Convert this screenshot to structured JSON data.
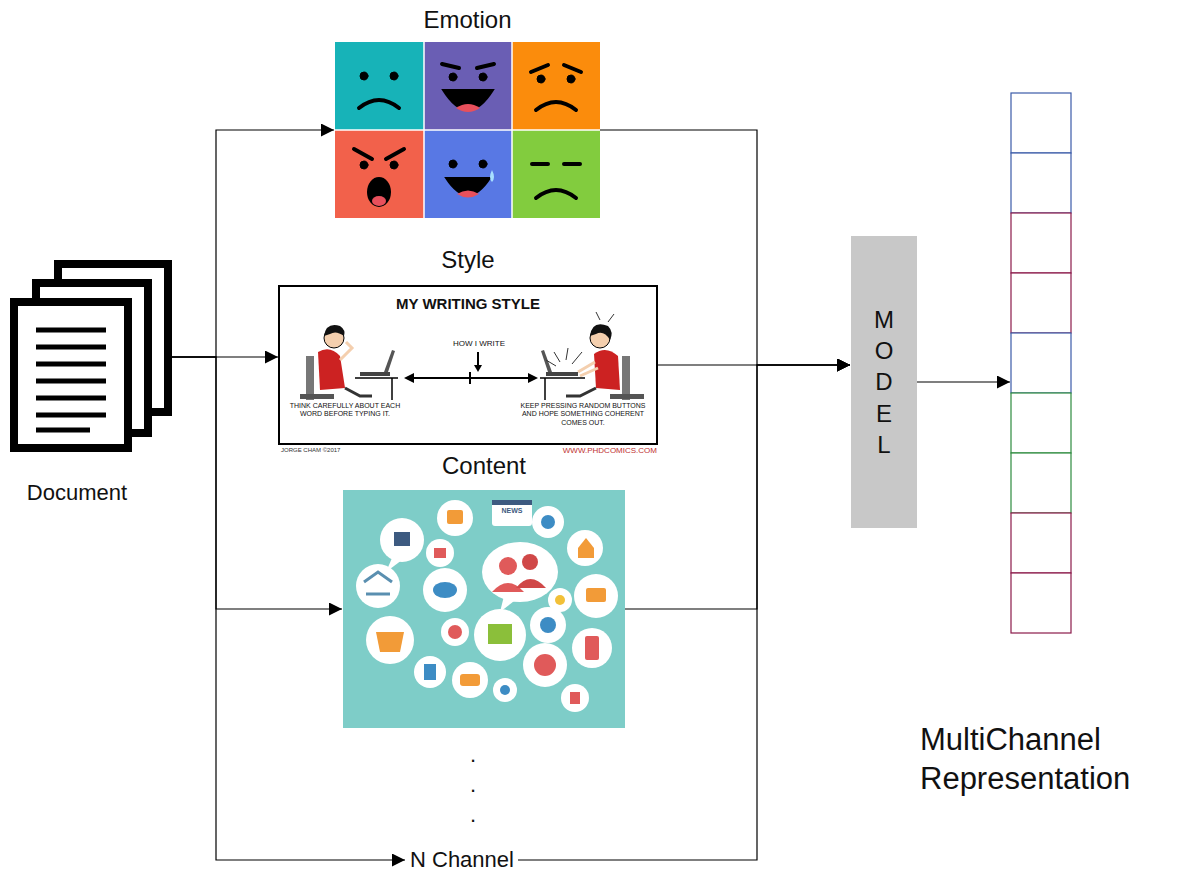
{
  "diagram": {
    "nodes": [
      {
        "text": [
          "Document"
        ]
      },
      {
        "text": [
          "Emotion"
        ]
      },
      {
        "text": [
          "Style",
          "MY WRITING STYLE",
          "HOW I WRITE",
          "THINK CAREFULLY ABOUT EACH WORD BEFORE TYPING IT.",
          "KEEP PRESSING RANDOM BUTTONS AND HOPE SOMETHING COHERENT COMES OUT.",
          "JORGE CHAM ©2017",
          "WWW.PHDCOMICS.COM"
        ]
      },
      {
        "text": [
          "Content",
          "NEWS"
        ]
      },
      {
        "text": [
          "N Channel"
        ]
      },
      {
        "text": [
          "MODEL"
        ]
      },
      {
        "text": [
          "MultiChannel Representation"
        ]
      }
    ],
    "edges": [
      {
        "from": 0,
        "to": 1,
        "arrow": "to"
      },
      {
        "from": 0,
        "to": 2,
        "arrow": "to"
      },
      {
        "from": 0,
        "to": 3,
        "arrow": "to"
      },
      {
        "from": 0,
        "to": 4,
        "arrow": "to"
      },
      {
        "from": 1,
        "to": 5,
        "arrow": "to"
      },
      {
        "from": 2,
        "to": 5,
        "arrow": "to"
      },
      {
        "from": 3,
        "to": 5,
        "arrow": "to"
      },
      {
        "from": 4,
        "to": 5,
        "arrow": "to"
      },
      {
        "from": 5,
        "to": 6,
        "arrow": "to"
      }
    ],
    "labels": [
      ".",
      ".",
      "."
    ]
  }
}
